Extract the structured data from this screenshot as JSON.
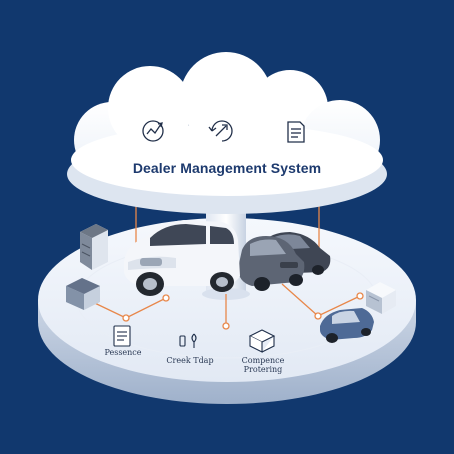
{
  "cloud": {
    "title": "Dealer Management System",
    "icons": [
      "analytics-icon",
      "refresh-icon",
      "document-icon"
    ]
  },
  "platform": {
    "labels": {
      "left": "Pessence",
      "middle": "Creek Tdap",
      "right_line1": "Compence",
      "right_line2": "Protering"
    }
  },
  "colors": {
    "background": "#11386e",
    "accent_connector": "#e8874a",
    "cloud": "#ffffff",
    "title": "#1d3a6e"
  }
}
